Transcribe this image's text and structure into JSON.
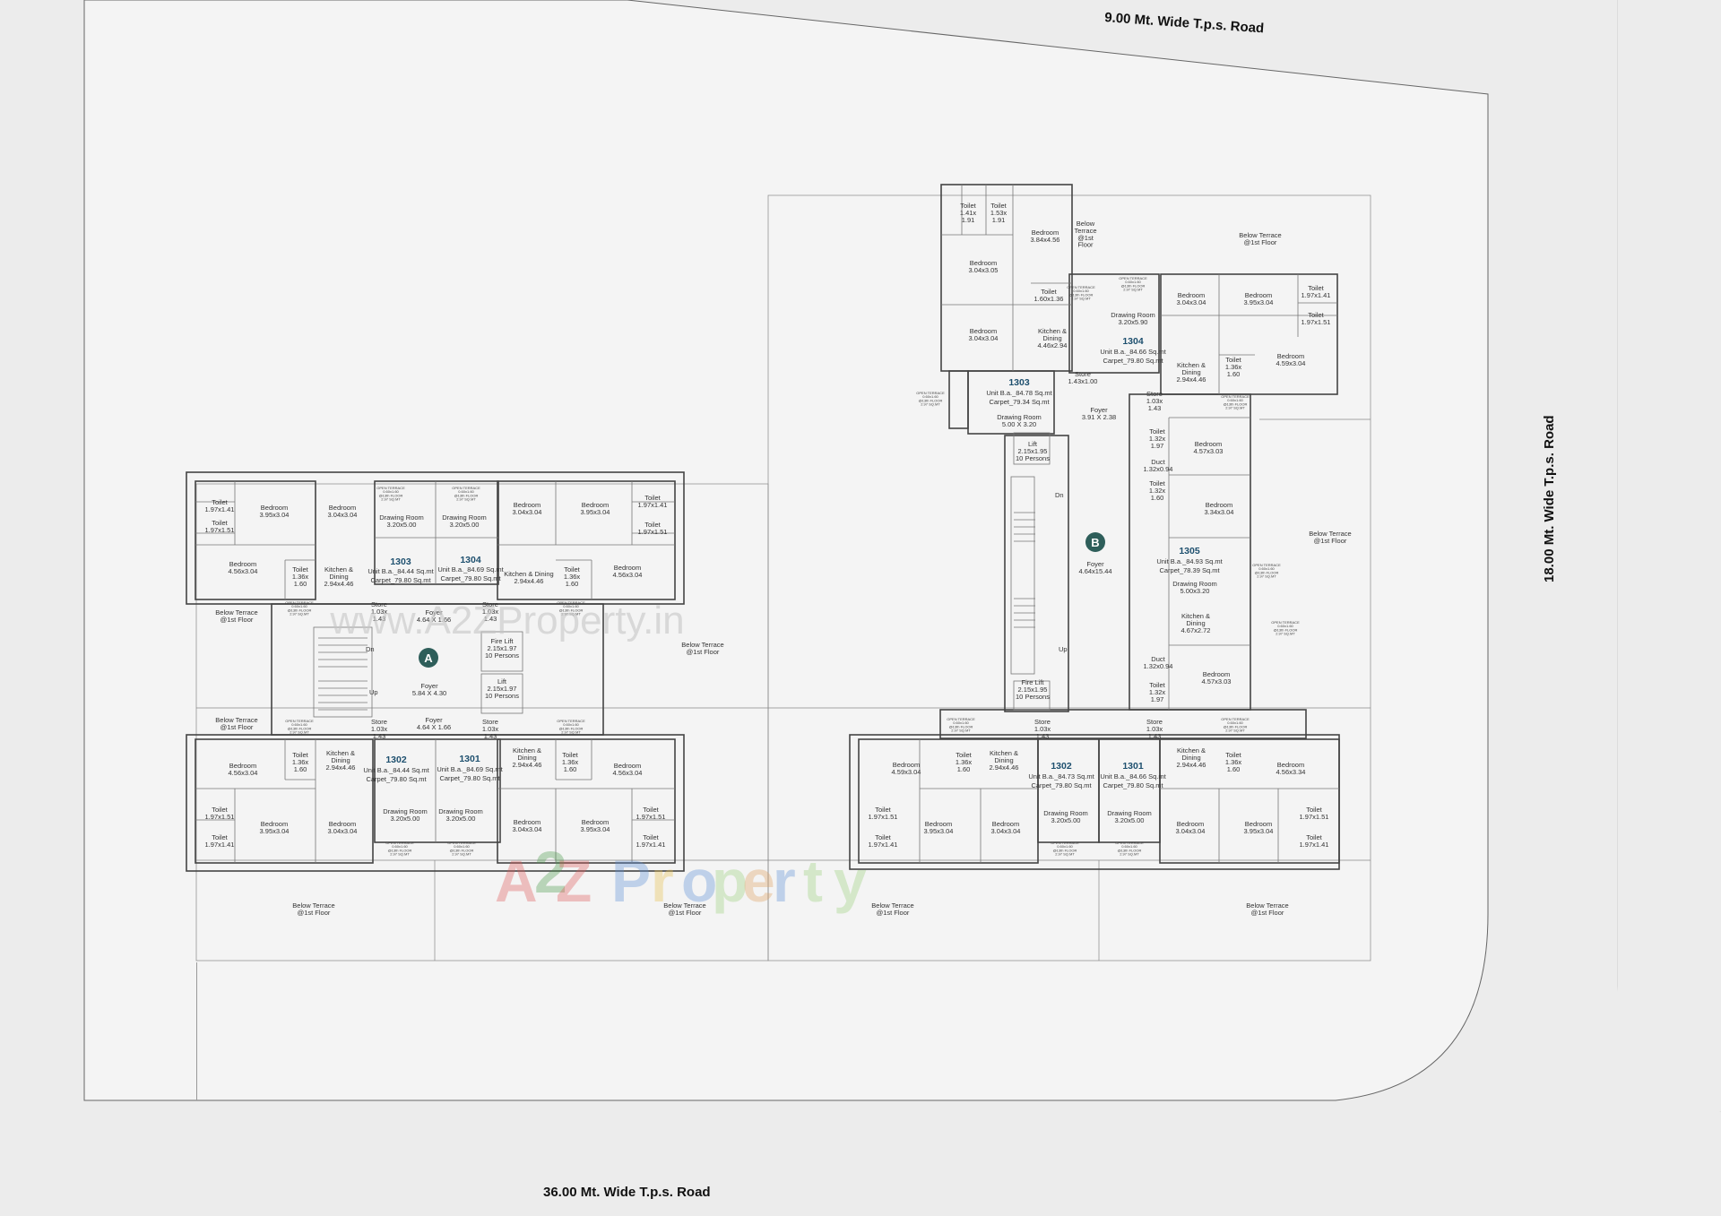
{
  "roads": {
    "top": "9.00 Mt. Wide T.p.s. Road",
    "right": "18.00 Mt. Wide T.p.s. Road",
    "bottom": "36.00 Mt. Wide T.p.s. Road"
  },
  "watermark": {
    "url_text": "www.A2ZProperty.in",
    "logo_letters": [
      "A",
      "2",
      "Z",
      " ",
      "P",
      "r",
      "o",
      "p",
      "e",
      "r",
      "t",
      "y"
    ]
  },
  "colors": {
    "road_bg": "#ececec",
    "plot_bg": "#f4f4f4",
    "walls": "#444444",
    "unit_numbers": "#1d4f6e",
    "wing_marker": "#2e5e5a",
    "logo": [
      "#e05a5a",
      "#4c9a4c",
      "#e05a5a",
      "#ffffff",
      "#5b8fd6",
      "#e8c04a",
      "#5b8fd6",
      "#9ad07a",
      "#e0a060",
      "#5b8fd6",
      "#9ad07a",
      "#9ad07a"
    ]
  },
  "wing_a": {
    "marker": "A",
    "units": [
      {
        "number": "1303",
        "area": "Unit B.a._84.44 Sq.mt",
        "carpet": "Carpet_79.80 Sq.mt"
      },
      {
        "number": "1304",
        "area": "Unit B.a._84.69 Sq.mt",
        "carpet": "Carpet_79.80 Sq.mt"
      },
      {
        "number": "1302",
        "area": "Unit B.a._84.44 Sq.mt",
        "carpet": "Carpet_79.80 Sq.mt"
      },
      {
        "number": "1301",
        "area": "Unit B.a._84.69 Sq.mt",
        "carpet": "Carpet_79.80 Sq.mt"
      }
    ],
    "rooms": {
      "toilet_197x141": "Toilet\n1.97x1.41",
      "toilet_197x151": "Toilet\n1.97x1.51",
      "toilet_136x160": "Toilet\n1.36x\n1.60",
      "bedroom_395x304": "Bedroom\n3.95x3.04",
      "bedroom_304x304": "Bedroom\n3.04x3.04",
      "bedroom_456x304": "Bedroom\n4.56x3.04",
      "drawing_320x500": "Drawing Room\n3.20x5.00",
      "kitchen_294x446": "Kitchen &\nDining\n2.94x4.46",
      "kitchen_dining_294x446": "Kitchen & Dining\n2.94x4.46",
      "store_103x143": "Store\n1.03x\n1.43",
      "foyer_464x166": "Foyer\n4.64 X 1.66",
      "foyer_584x430": "Foyer\n5.84 X 4.30",
      "fire_lift": "Fire Lift\n2.15x1.97\n10 Persons",
      "lift": "Lift\n2.15x1.97\n10 Persons",
      "dn": "Dn",
      "up": "Up",
      "below_terrace": "Below Terrace\n@1st Floor",
      "ots": "OPEN TERRACE\n0.60x1.60\n@13th FLOOR\n2.97 SQ.MT"
    }
  },
  "wing_b": {
    "marker": "B",
    "units": [
      {
        "number": "1303",
        "area": "Unit B.a._84.78 Sq.mt",
        "carpet": "Carpet_79.34 Sq.mt"
      },
      {
        "number": "1304",
        "area": "Unit B.a._84.66 Sq.mt",
        "carpet": "Carpet_79.80 Sq.mt"
      },
      {
        "number": "1305",
        "area": "Unit B.a._84.93 Sq.mt",
        "carpet": "Carpet_78.39 Sq.mt"
      },
      {
        "number": "1302",
        "area": "Unit B.a._84.73 Sq.mt",
        "carpet": "Carpet_79.80 Sq.mt"
      },
      {
        "number": "1301",
        "area": "Unit B.a._84.66 Sq.mt",
        "carpet": "Carpet_79.80 Sq.mt"
      }
    ],
    "rooms": {
      "toilet_141x191": "Toilet\n1.41x\n1.91",
      "toilet_153x191": "Toilet\n1.53x\n1.91",
      "toilet_160x136": "Toilet\n1.60x1.36",
      "toilet_197x141": "Toilet\n1.97x1.41",
      "toilet_197x151": "Toilet\n1.97x1.51",
      "toilet_136x160": "Toilet\n1.36x\n1.60",
      "toilet_132x197": "Toilet\n1.32x\n1.97",
      "toilet_132x160": "Toilet\n1.32x\n1.60",
      "bedroom_384x456": "Bedroom\n3.84x4.56",
      "bedroom_304x305": "Bedroom\n3.04x3.05",
      "bedroom_304x304": "Bedroom\n3.04x3.04",
      "bedroom_395x304": "Bedroom\n3.95x3.04",
      "bedroom_459x304": "Bedroom\n4.59x3.04",
      "bedroom_457x303": "Bedroom\n4.57x3.03",
      "bedroom_334x304": "Bedroom\n3.34x3.04",
      "bedroom_456x334": "Bedroom\n4.56x3.34",
      "kitchen_446x294": "Kitchen &\nDining\n4.46x2.94",
      "kitchen_294x446": "Kitchen &\nDining\n2.94x4.46",
      "kitchen_467x272": "Kitchen &\nDining\n4.67x2.72",
      "drawing_320x590": "Drawing Room\n3.20x5.90",
      "drawing_500x320": "Drawing Room\n5.00 X 3.20",
      "drawing_500x320_b": "Drawing Room\n5.00x3.20",
      "drawing_320x500": "Drawing Room\n3.20x5.00",
      "store_143x100": "Store\n1.43x1.00",
      "store_103x143": "Store\n1.03x\n1.43",
      "foyer_391x238": "Foyer\n3.91 X 2.38",
      "foyer_464x1544": "Foyer\n4.64x15.44",
      "lift": "Lift\n2.15x1.95\n10 Persons",
      "fire_lift": "Fire Lift\n2.15x1.95\n10 Persons",
      "duct": "Duct\n1.32x0.94",
      "dn": "Dn",
      "up": "Up",
      "below_terrace": "Below Terrace\n@1st Floor",
      "below_terrace_3": "Below\nTerrace\n@1st\nFloor",
      "ots": "OPEN TERRACE\n0.60x1.60\n@13th FLOOR\n2.97 SQ.MT"
    }
  }
}
